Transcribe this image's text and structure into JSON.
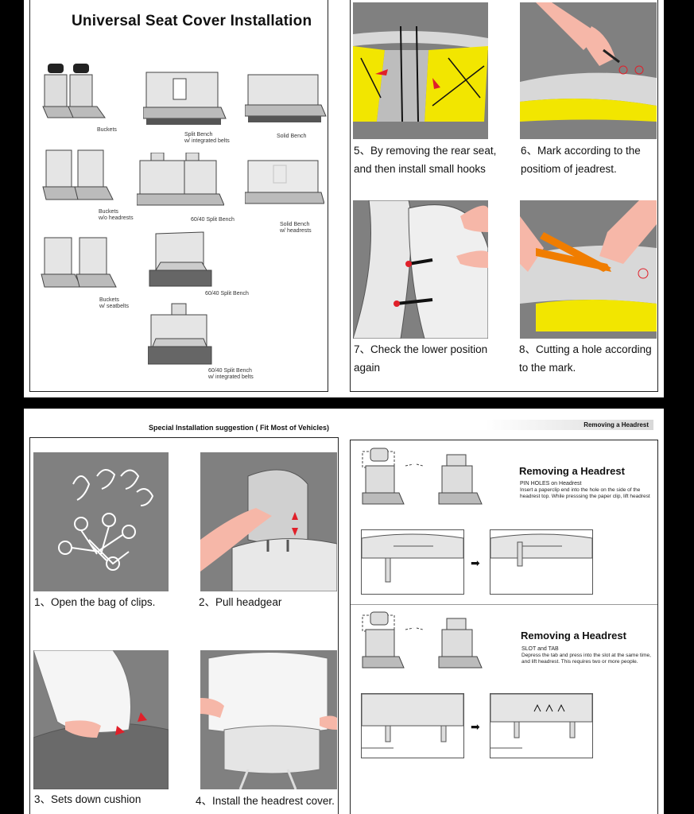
{
  "top_left": {
    "title": "Universal Seat Cover Installation",
    "seat_types": [
      {
        "label": "Buckets"
      },
      {
        "label": "Split Bench\nw/ integrated belts"
      },
      {
        "label": "Solid Bench"
      },
      {
        "label": "Buckets\nw/o headrests"
      },
      {
        "label": "60/40 Split Bench"
      },
      {
        "label": "Solid Bench\nw/ headrests"
      },
      {
        "label": "Buckets\nw/ seatbelts"
      },
      {
        "label": "60/40 Split Bench"
      },
      {
        "label": "60/40 Split Bench\nw/ integrated belts"
      }
    ]
  },
  "top_right": {
    "steps": [
      {
        "caption": "5、By removing the rear seat, and then install small hooks"
      },
      {
        "caption": "6、Mark according to the positiom of jeadrest."
      },
      {
        "caption": "7、Check the lower position again"
      },
      {
        "caption": "8、Cutting a hole according to the mark."
      }
    ]
  },
  "bottom_left": {
    "subtitle": "Special Installation suggestion ( Fit Most of Vehicles)",
    "steps": [
      {
        "caption": "1、Open the bag of clips."
      },
      {
        "caption": "2、Pull headgear"
      },
      {
        "caption": "3、Sets down cushion"
      },
      {
        "caption": "4、Install the headrest cover."
      }
    ]
  },
  "bottom_right": {
    "tag": "Removing a Headrest",
    "section1": {
      "title": "Removing a Headrest",
      "subtitle": "PIN HOLES on Headrest",
      "body": "Insert a paperclip end into the hole on the side of the headrest top. While presssing the paper clip, lift headrest"
    },
    "section2": {
      "title": "Removing a Headrest",
      "subtitle": "SLOT and TAB",
      "body": "Depress the tab and press into the slot at the same time, and lift headrest. This requires two or more people."
    }
  },
  "colors": {
    "photo_bg": "#808080",
    "yellow": "#f2e600",
    "orange": "#f07d00",
    "skin": "#f6b7a8",
    "red_arrow": "#e0202a"
  }
}
